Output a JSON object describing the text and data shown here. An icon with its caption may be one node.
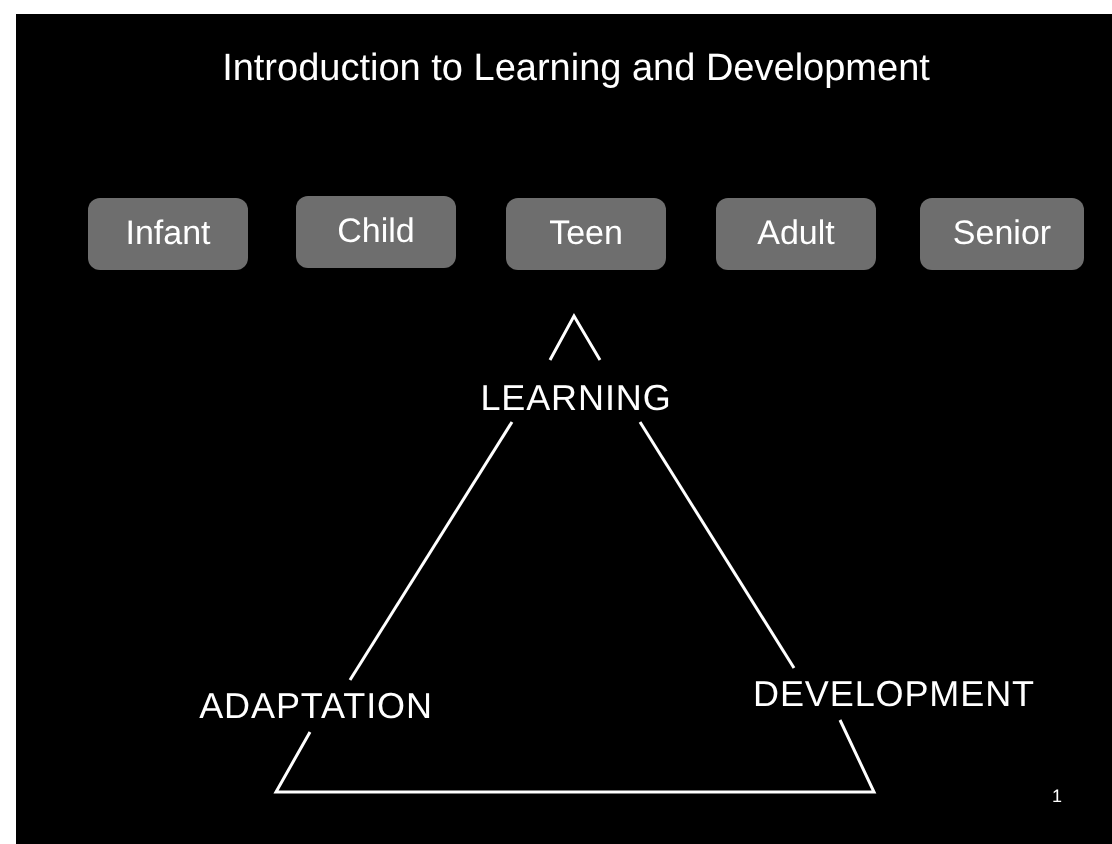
{
  "diagram": {
    "title": "Introduction to Learning and Development",
    "nodes": [
      {
        "text": [
          "Infant"
        ]
      },
      {
        "text": [
          "Child"
        ]
      },
      {
        "text": [
          "Teen"
        ]
      },
      {
        "text": [
          "Adult"
        ]
      },
      {
        "text": [
          "Senior"
        ]
      },
      {
        "text": [
          "LEARNING"
        ]
      },
      {
        "text": [
          "ADAPTATION"
        ]
      },
      {
        "text": [
          "DEVELOPMENT"
        ]
      }
    ],
    "edges": [
      {
        "from": 5,
        "to": 6,
        "arrow": "none"
      },
      {
        "from": 5,
        "to": 7,
        "arrow": "none"
      },
      {
        "from": 6,
        "to": 7,
        "arrow": "none"
      }
    ],
    "labels": [
      "1"
    ]
  }
}
